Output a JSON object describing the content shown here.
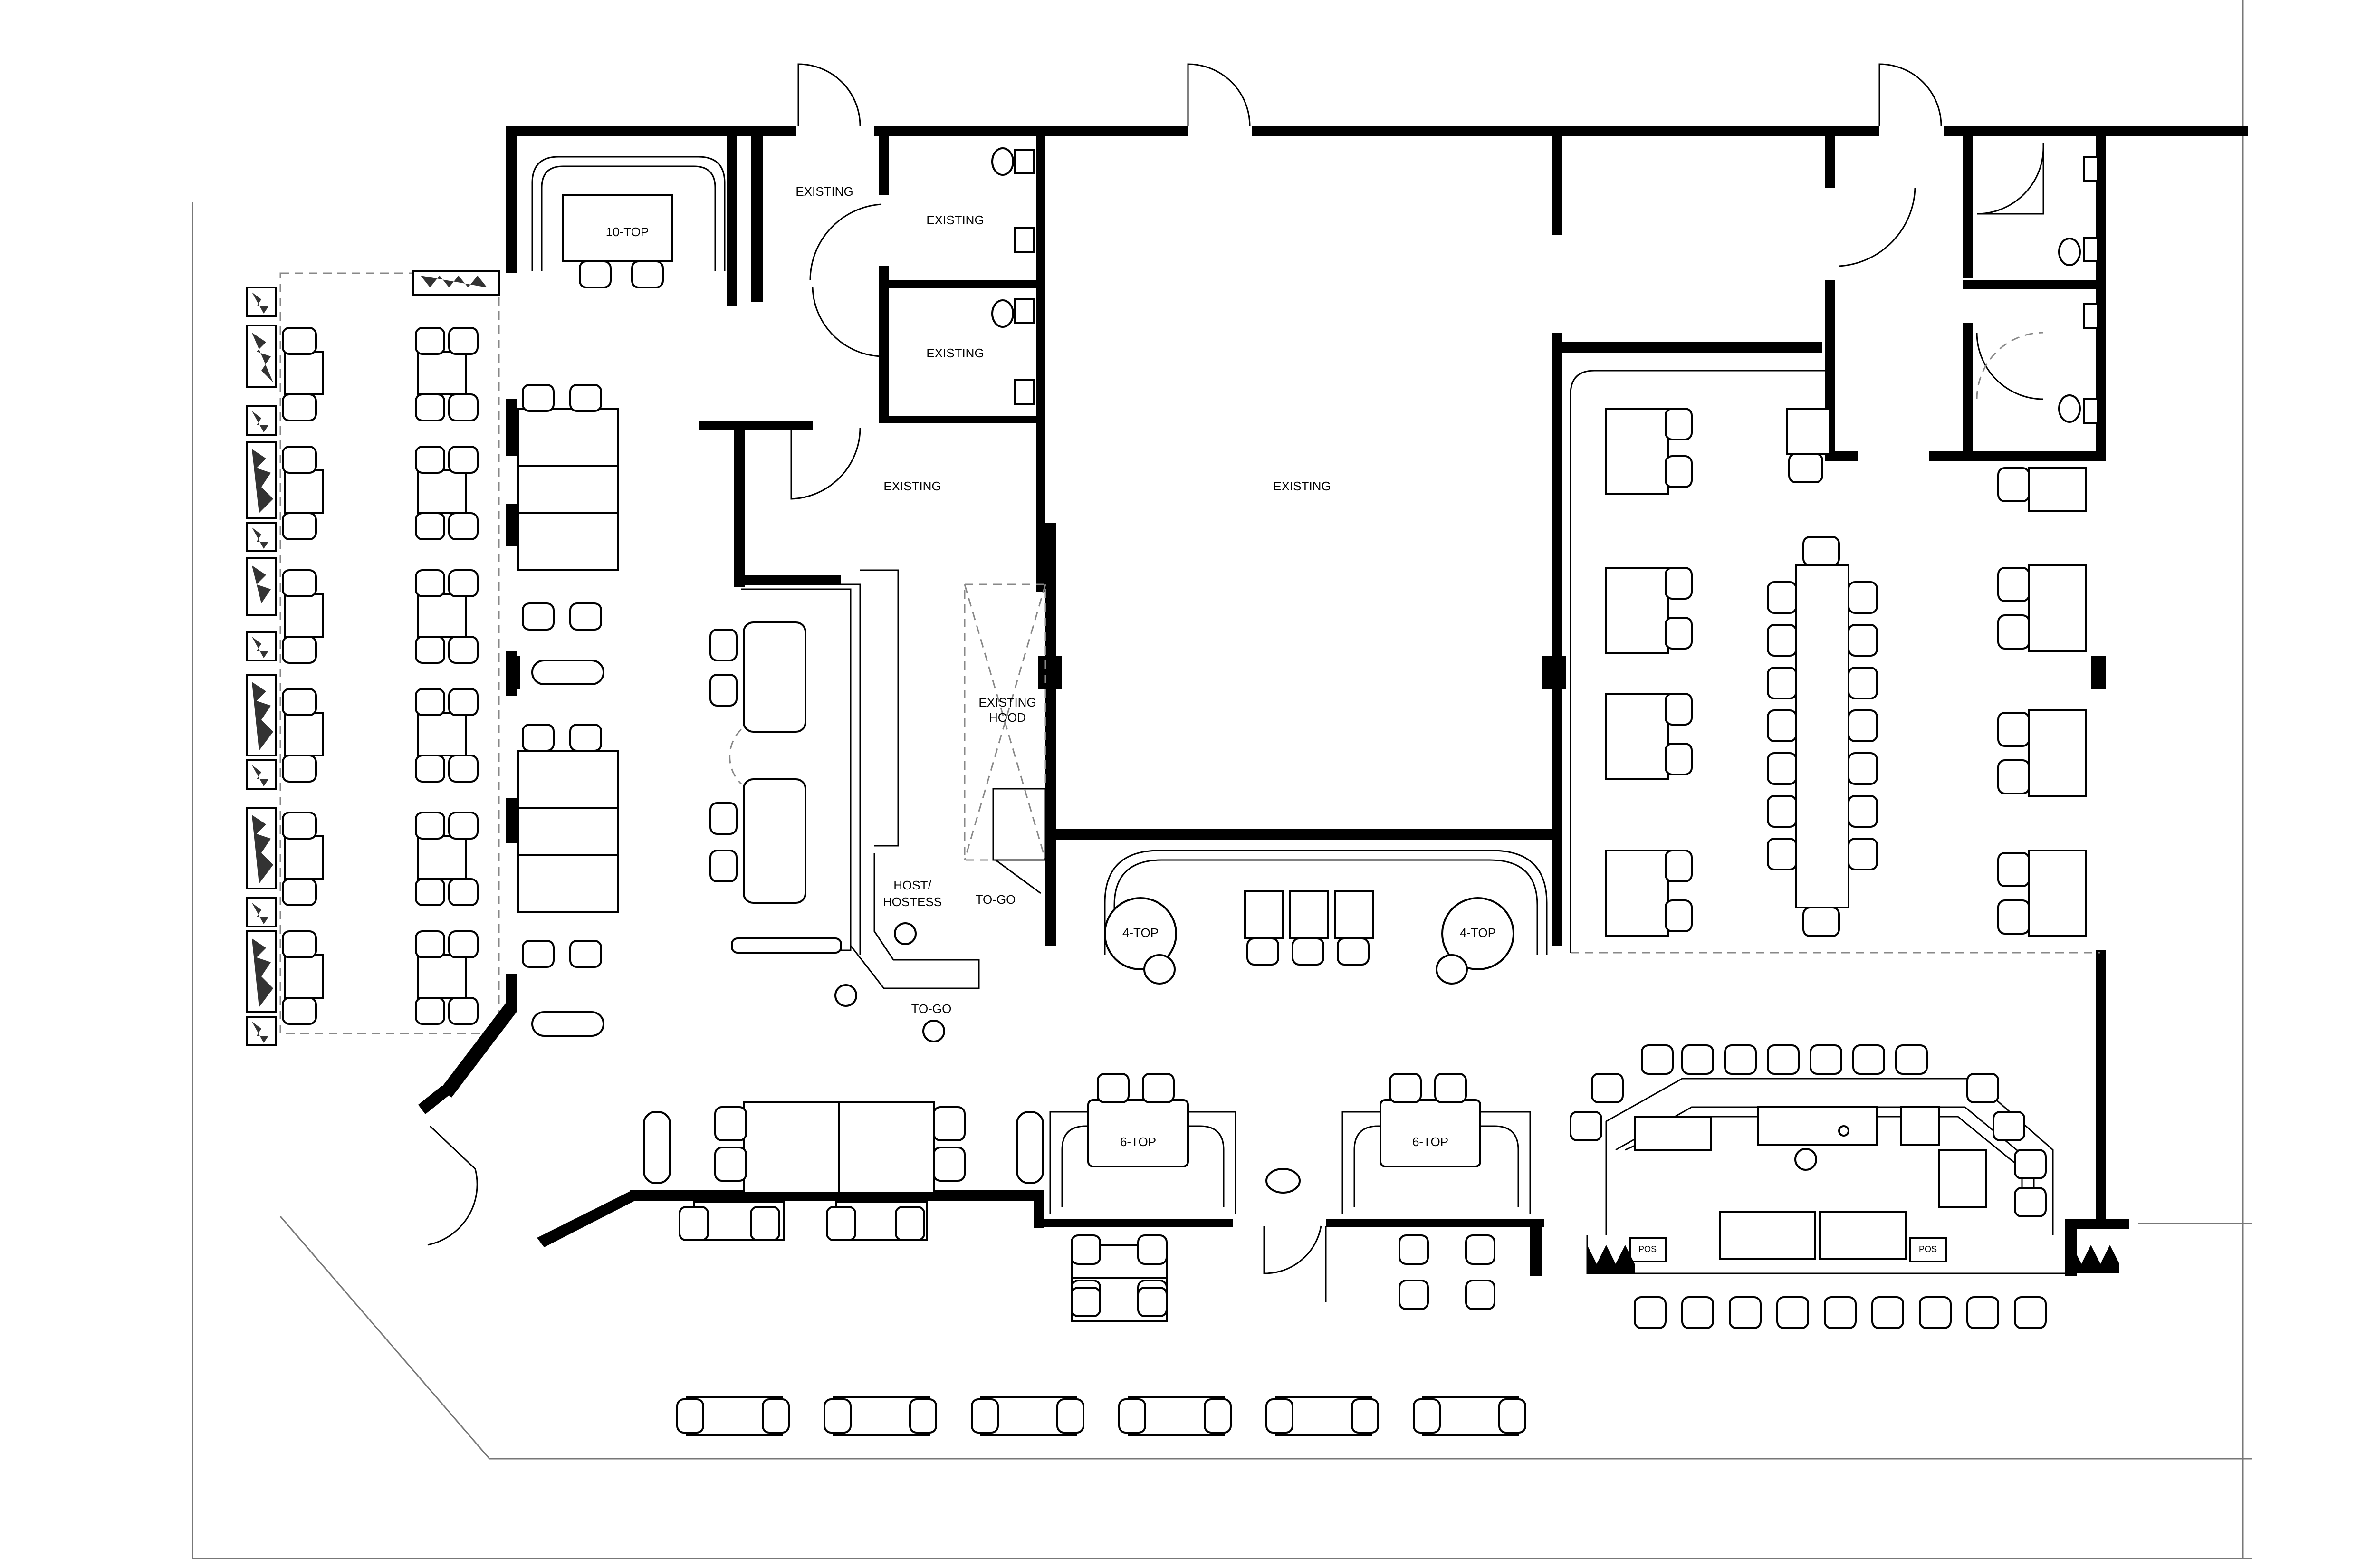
{
  "labels": {
    "ten_top": "10-TOP",
    "existing_upper": "EXISTING",
    "existing_restroom_a": "EXISTING",
    "existing_restroom_b": "EXISTING",
    "existing_corridor": "EXISTING",
    "existing_kitchen": "EXISTING",
    "existing_hood_line1": "EXISTING",
    "existing_hood_line2": "HOOD",
    "host_line1": "HOST/",
    "host_line2": "HOSTESS",
    "to_go_1": "TO-GO",
    "to_go_2": "TO-GO",
    "four_top_left": "4-TOP",
    "four_top_right": "4-TOP",
    "six_top_left": "6-TOP",
    "six_top_right": "6-TOP",
    "pos_1": "POS",
    "pos_2": "POS"
  },
  "colors": {
    "wall": "#000000",
    "line": "#000000",
    "dashed": "#888888",
    "background": "#ffffff"
  }
}
